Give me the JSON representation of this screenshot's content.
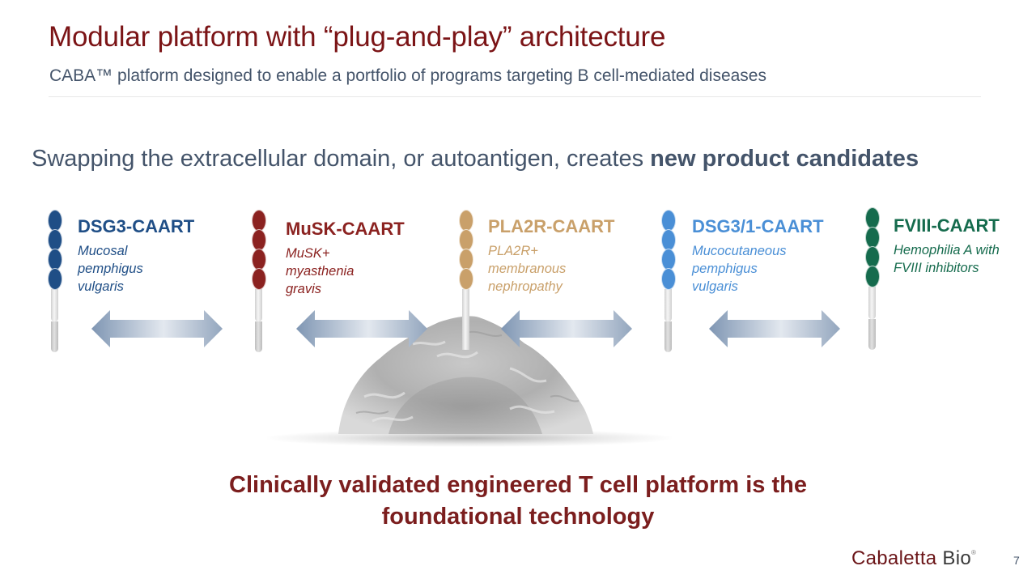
{
  "header": {
    "title": "Modular platform with “plug-and-play” architecture",
    "subtitle": "CABA™ platform designed to enable a portfolio of programs targeting B cell-mediated diseases"
  },
  "headline": {
    "prefix": "Swapping the extracellular domain, or autoantigen, creates ",
    "emphasis": "new product candidates"
  },
  "programs": [
    {
      "name": "DSG3-CAART",
      "indication_lines": [
        "Mucosal",
        "pemphigus",
        "vulgaris"
      ],
      "color": "#1f4e86"
    },
    {
      "name": "MuSK-CAART",
      "indication_lines": [
        "MuSK+",
        "myasthenia",
        "gravis"
      ],
      "color": "#8b2220"
    },
    {
      "name": "PLA2R-CAART",
      "indication_lines": [
        "PLA2R+",
        "membranous",
        "nephropathy"
      ],
      "color": "#c9a06a"
    },
    {
      "name": "DSG3/1-CAART",
      "indication_lines": [
        "Mucocutaneous",
        "pemphigus",
        "vulgaris"
      ],
      "color": "#4a8fd6"
    },
    {
      "name": "FVIII-CAART",
      "indication_lines": [
        "Hemophilia A with",
        "FVIII inhibitors"
      ],
      "color": "#156b4d"
    }
  ],
  "footer": {
    "line1": "Clinically validated engineered T cell platform is the",
    "line2": "foundational technology"
  },
  "logo": {
    "part1": "Cabaletta",
    "part2": "Bio",
    "mark": "®"
  },
  "page_number": "7"
}
